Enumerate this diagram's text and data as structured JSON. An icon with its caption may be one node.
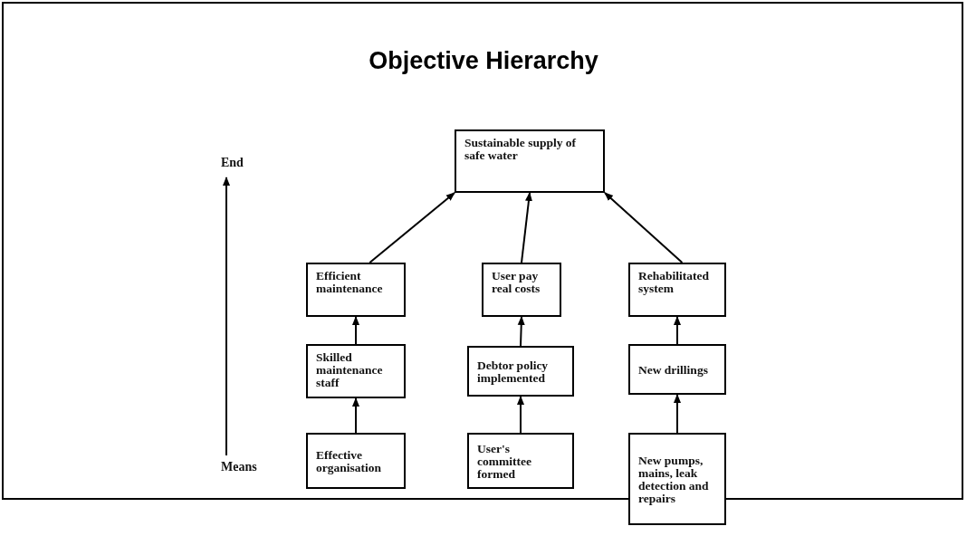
{
  "diagram": {
    "title": "Objective Hierarchy",
    "nodes": [
      {
        "text": [
          "Sustainable supply of safe water"
        ]
      },
      {
        "text": [
          "Efficient maintenance"
        ]
      },
      {
        "text": [
          "User pay real costs"
        ]
      },
      {
        "text": [
          "Rehabilitated system"
        ]
      },
      {
        "text": [
          "Skilled maintenance staff"
        ]
      },
      {
        "text": [
          "Debtor policy implemented"
        ]
      },
      {
        "text": [
          "New drillings"
        ]
      },
      {
        "text": [
          "Effective organisation"
        ]
      },
      {
        "text": [
          "User's committee formed"
        ]
      },
      {
        "text": [
          "New pumps, mains, leak detection and repairs"
        ]
      }
    ],
    "edges": [
      {
        "from": 7,
        "to": 4,
        "arrow": "to"
      },
      {
        "from": 4,
        "to": 1,
        "arrow": "to"
      },
      {
        "from": 1,
        "to": 0,
        "arrow": "to"
      },
      {
        "from": 8,
        "to": 5,
        "arrow": "to"
      },
      {
        "from": 5,
        "to": 2,
        "arrow": "to"
      },
      {
        "from": 2,
        "to": 0,
        "arrow": "to"
      },
      {
        "from": 9,
        "to": 6,
        "arrow": "to"
      },
      {
        "from": 6,
        "to": 3,
        "arrow": "to"
      },
      {
        "from": 3,
        "to": 0,
        "arrow": "to"
      }
    ],
    "labels": [
      "End",
      "Means"
    ]
  }
}
